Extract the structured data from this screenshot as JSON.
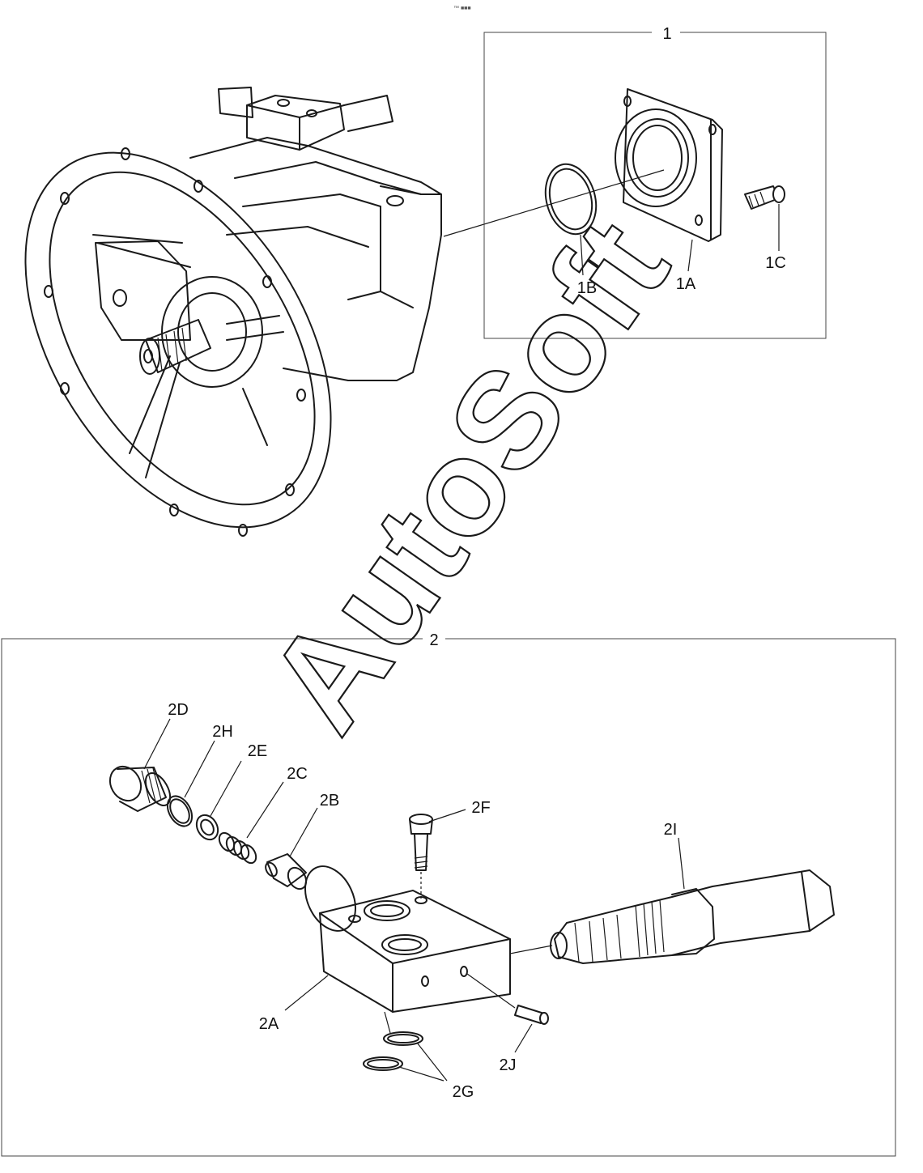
{
  "header_mark": "™ ■■■",
  "watermark": "AutoSoft",
  "groups": {
    "group1": {
      "label": "1"
    },
    "group2": {
      "label": "2"
    }
  },
  "parts": {
    "p1A": "1A",
    "p1B": "1B",
    "p1C": "1C",
    "p2A": "2A",
    "p2B": "2B",
    "p2C": "2C",
    "p2D": "2D",
    "p2E": "2E",
    "p2F": "2F",
    "p2G": "2G",
    "p2H": "2H",
    "p2I": "2I",
    "p2J": "2J"
  }
}
